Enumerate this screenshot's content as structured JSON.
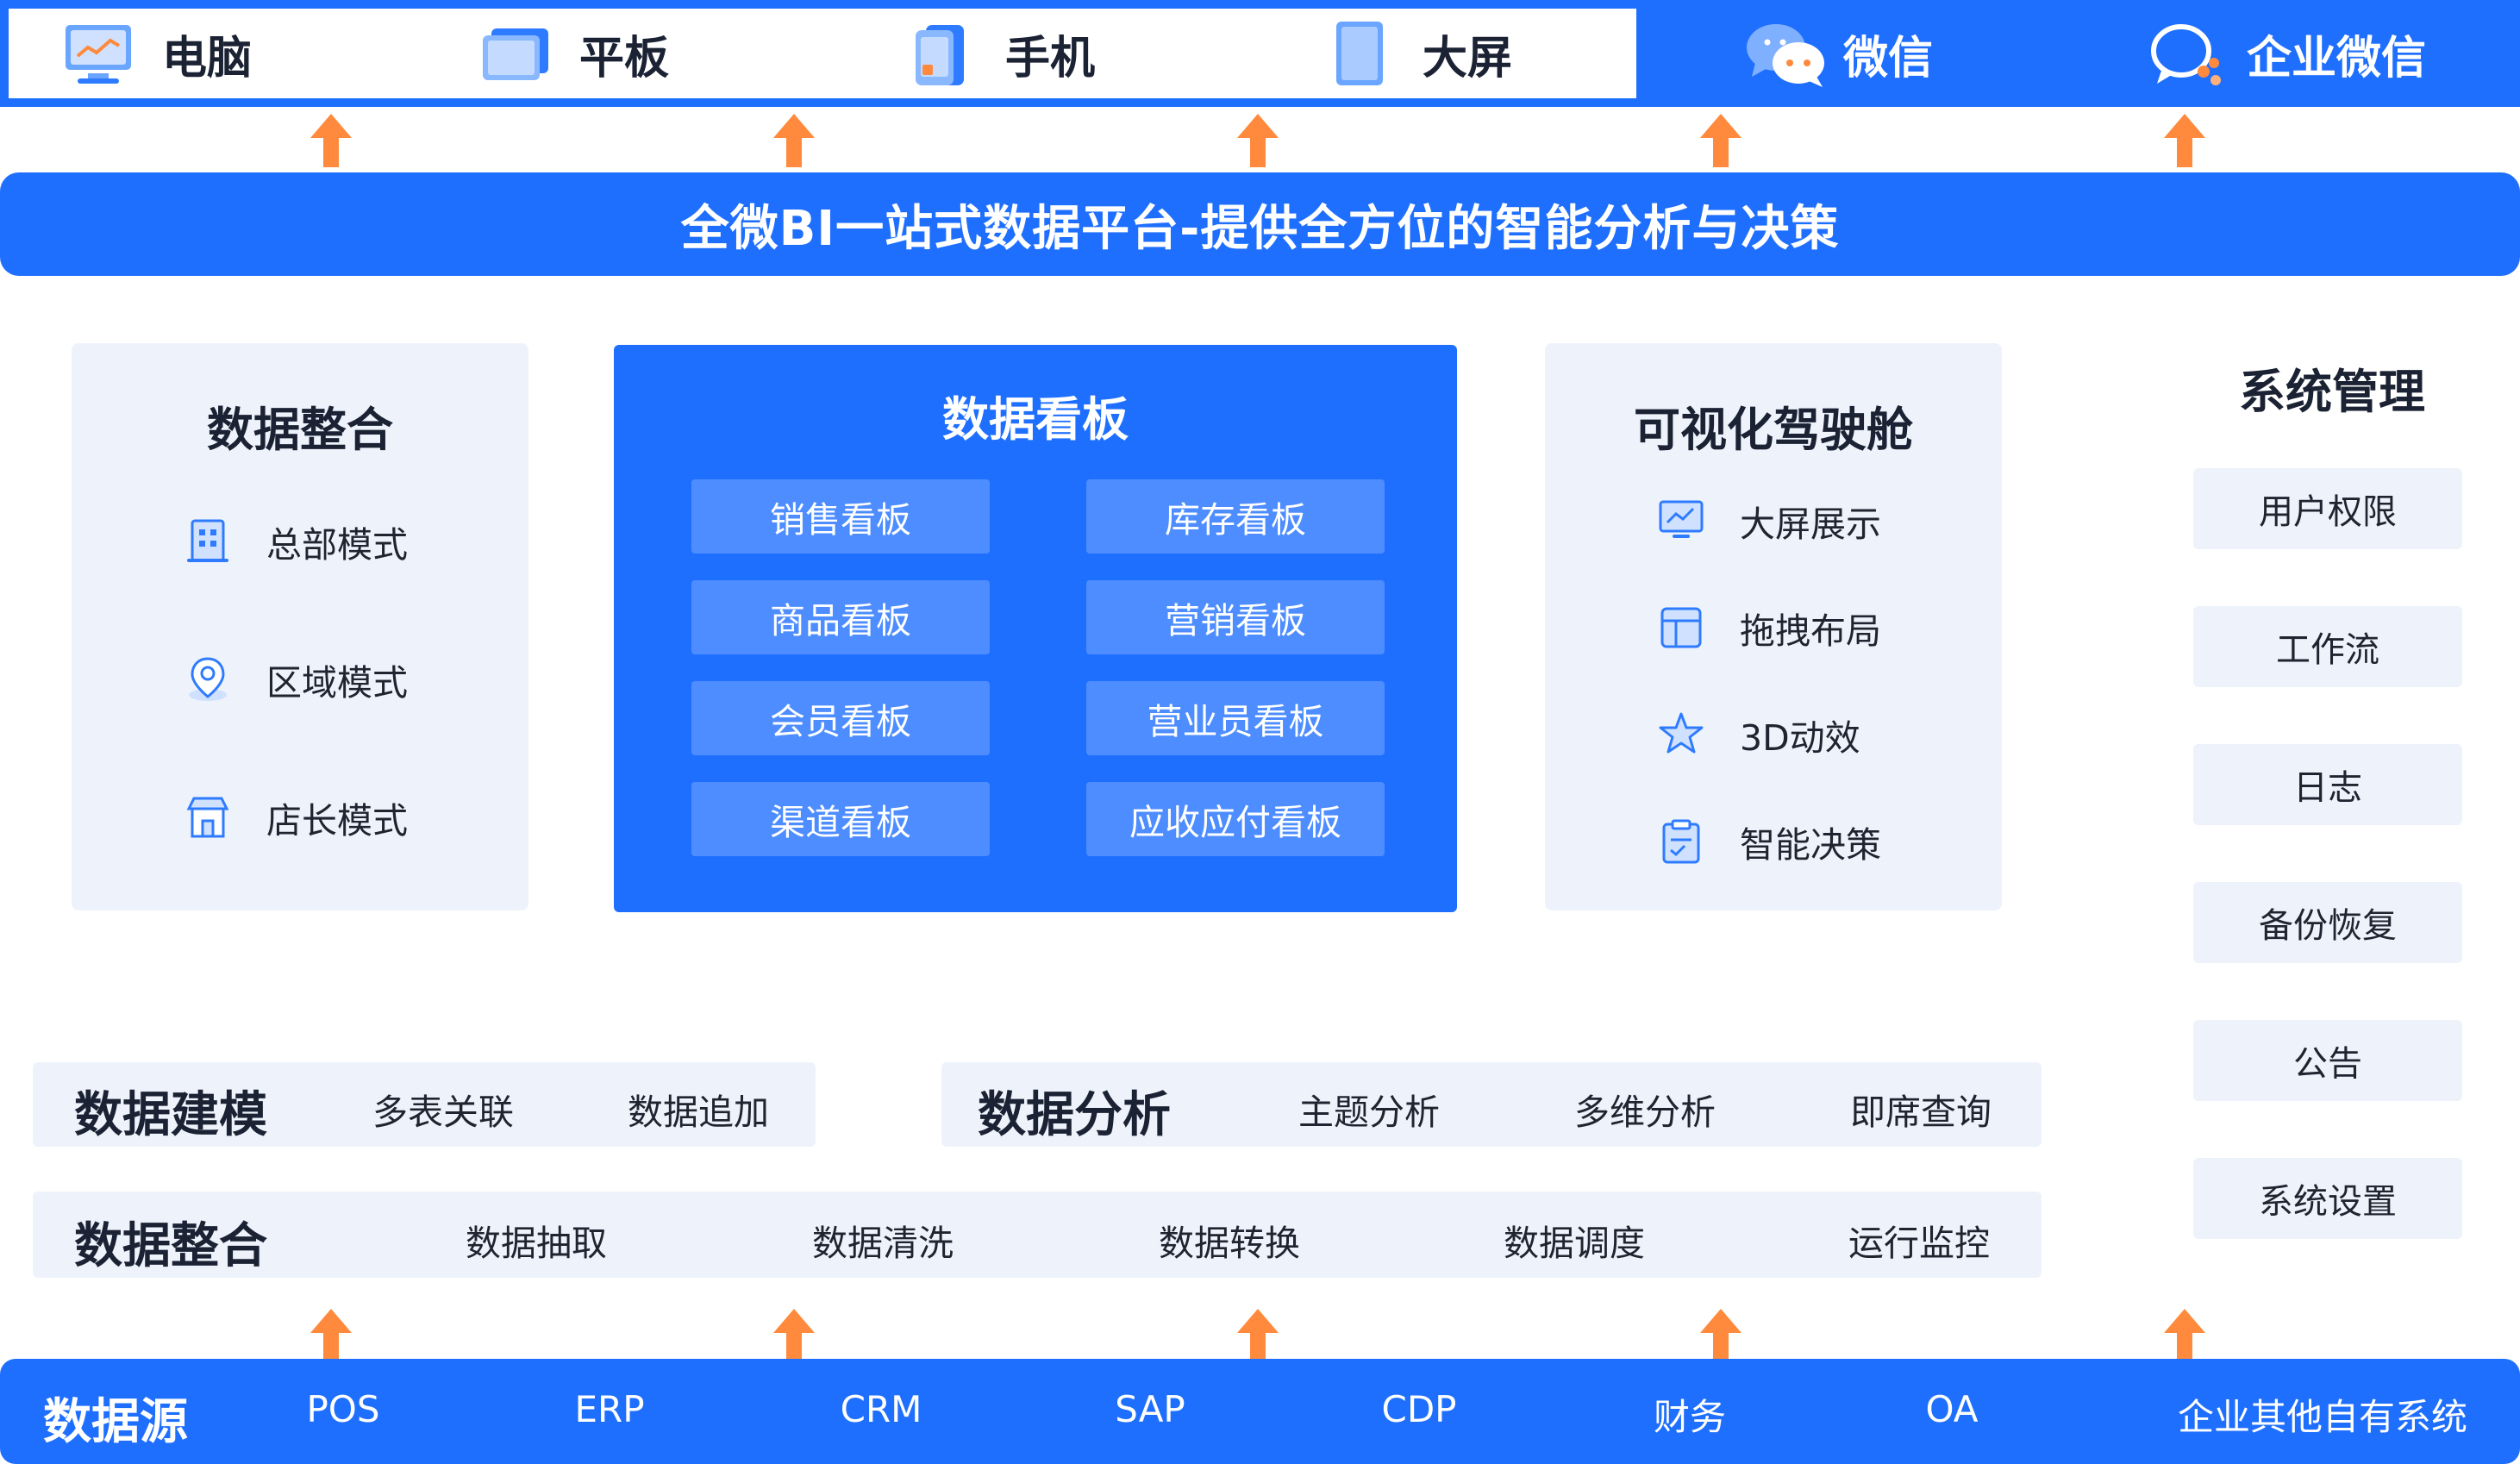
{
  "devices": [
    {
      "label": "电脑",
      "icon": "monitor-icon"
    },
    {
      "label": "平板",
      "icon": "tablet-icon"
    },
    {
      "label": "手机",
      "icon": "phone-icon"
    },
    {
      "label": "大屏",
      "icon": "big-screen-icon"
    },
    {
      "label": "微信",
      "icon": "wechat-icon"
    },
    {
      "label": "企业微信",
      "icon": "wecom-icon"
    }
  ],
  "headline": "全微BI一站式数据平台-提供全方位的智能分析与决策",
  "integration_panel": {
    "title": "数据整合",
    "items": [
      {
        "label": "总部模式",
        "icon": "building-icon"
      },
      {
        "label": "区域模式",
        "icon": "location-pin-icon"
      },
      {
        "label": "店长模式",
        "icon": "store-icon"
      }
    ]
  },
  "dashboard_panel": {
    "title": "数据看板",
    "items": [
      "销售看板",
      "库存看板",
      "商品看板",
      "营销看板",
      "会员看板",
      "营业员看板",
      "渠道看板",
      "应收应付看板"
    ]
  },
  "cockpit_panel": {
    "title": "可视化驾驶舱",
    "items": [
      {
        "label": "大屏展示",
        "icon": "screen-chart-icon"
      },
      {
        "label": "拖拽布局",
        "icon": "layout-icon"
      },
      {
        "label": "3D动效",
        "icon": "star-icon"
      },
      {
        "label": "智能决策",
        "icon": "clipboard-icon"
      }
    ]
  },
  "system_management": {
    "title": "系统管理",
    "items": [
      "用户权限",
      "工作流",
      "日志",
      "备份恢复",
      "公告",
      "系统设置"
    ]
  },
  "modeling": {
    "title": "数据建模",
    "items": [
      "多表关联",
      "数据追加"
    ]
  },
  "analysis": {
    "title": "数据分析",
    "items": [
      "主题分析",
      "多维分析",
      "即席查询"
    ]
  },
  "integration_band": {
    "title": "数据整合",
    "items": [
      "数据抽取",
      "数据清洗",
      "数据转换",
      "数据调度",
      "运行监控"
    ]
  },
  "data_source": {
    "title": "数据源",
    "items": [
      "POS",
      "ERP",
      "CRM",
      "SAP",
      "CDP",
      "财务",
      "OA",
      "企业其他自有系统"
    ]
  },
  "colors": {
    "primary": "#1f6fff",
    "chip": "#4d8dff",
    "panel": "#eef3fb",
    "arrow": "#ff8a3d"
  }
}
